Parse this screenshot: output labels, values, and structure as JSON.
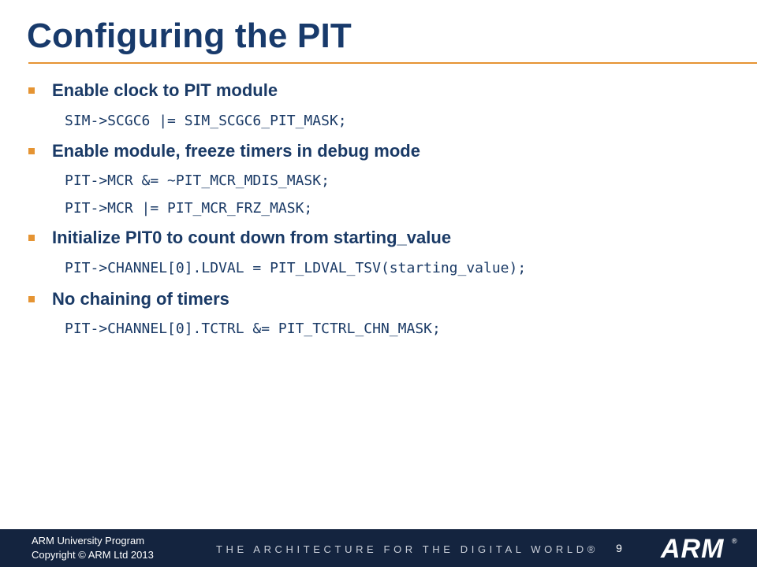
{
  "slide": {
    "title": "Configuring the PIT",
    "items": [
      {
        "bullet": " Enable clock to PIT module",
        "code": [
          "SIM->SCGC6 |= SIM_SCGC6_PIT_MASK;"
        ]
      },
      {
        "bullet": " Enable module, freeze timers in debug mode",
        "code": [
          "PIT->MCR &= ~PIT_MCR_MDIS_MASK;",
          "PIT->MCR |= PIT_MCR_FRZ_MASK;"
        ]
      },
      {
        "bullet": "Initialize PIT0 to count down from starting_value",
        "code": [
          "PIT->CHANNEL[0].LDVAL = PIT_LDVAL_TSV(starting_value);"
        ]
      },
      {
        "bullet": "No chaining of timers",
        "code": [
          "PIT->CHANNEL[0].TCTRL &= PIT_TCTRL_CHN_MASK;"
        ]
      }
    ]
  },
  "footer": {
    "program": "ARM University Program",
    "copyright": "Copyright © ARM Ltd 2013",
    "tagline": "THE ARCHITECTURE FOR THE DIGITAL WORLD®",
    "page_number": "9",
    "logo_text": "ARM",
    "logo_mark": "®"
  },
  "colors": {
    "title": "#183a6b",
    "accent": "#e59433",
    "footer_bg": "#14243f"
  }
}
